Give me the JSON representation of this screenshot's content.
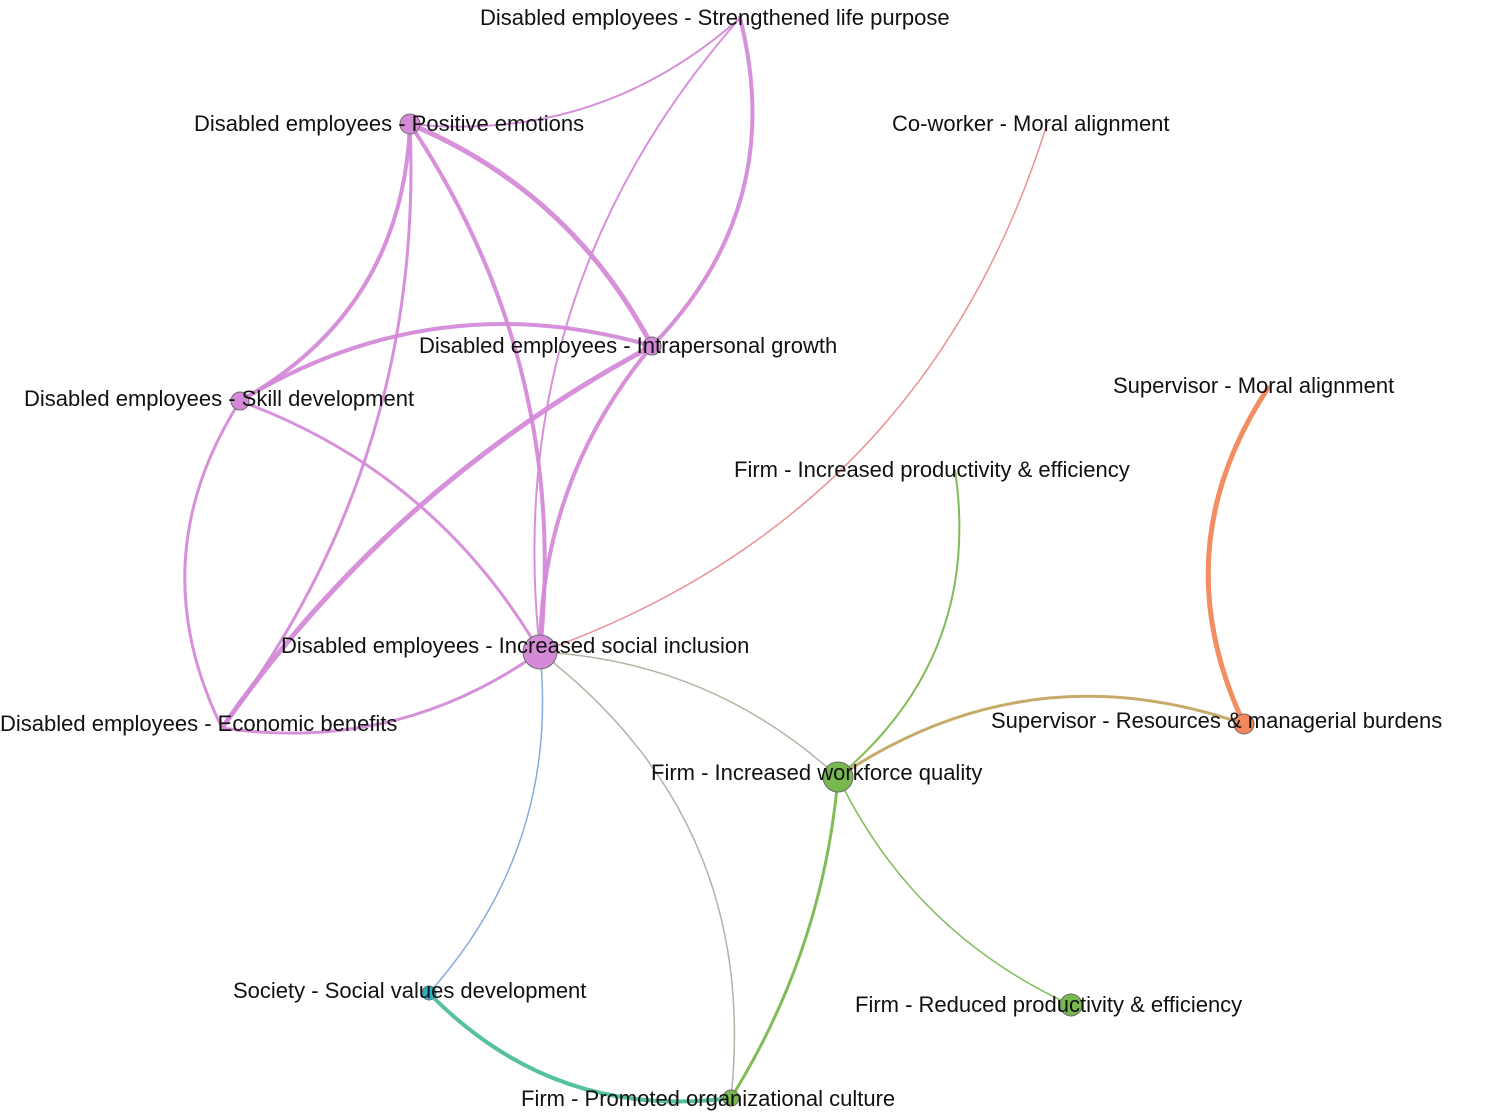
{
  "diagram": {
    "nodes": [
      {
        "id": "de-life-purpose",
        "label": "Disabled employees - Strengthened life purpose",
        "color": "#d58ad8"
      },
      {
        "id": "de-positive",
        "label": "Disabled employees - Positive emotions",
        "color": "#d58ad8"
      },
      {
        "id": "de-intrapersonal",
        "label": "Disabled employees - Intrapersonal growth",
        "color": "#d58ad8"
      },
      {
        "id": "de-skill",
        "label": "Disabled employees - Skill development",
        "color": "#d58ad8"
      },
      {
        "id": "de-inclusion",
        "label": "Disabled employees - Increased social inclusion",
        "color": "#d58ad8"
      },
      {
        "id": "de-economic",
        "label": "Disabled employees - Economic benefits",
        "color": "#d58ad8"
      },
      {
        "id": "cw-moral",
        "label": "Co-worker - Moral alignment",
        "color": "#ea8a8e"
      },
      {
        "id": "sv-moral",
        "label": "Supervisor - Moral alignment",
        "color": "#f2885b"
      },
      {
        "id": "sv-burdens",
        "label": "Supervisor - Resources & managerial burdens",
        "color": "#f2885b"
      },
      {
        "id": "firm-prod-inc",
        "label": "Firm - Increased productivity & efficiency",
        "color": "#79b84f"
      },
      {
        "id": "firm-workforce",
        "label": "Firm - Increased workforce quality",
        "color": "#79b84f"
      },
      {
        "id": "firm-prod-red",
        "label": "Firm - Reduced productivity & efficiency",
        "color": "#79b84f"
      },
      {
        "id": "society-values",
        "label": "Society - Social values development",
        "color": "#2bb0c8"
      },
      {
        "id": "firm-culture",
        "label": "Firm - Promoted organizational culture",
        "color": "#79b84f"
      }
    ],
    "edges": [
      {
        "from": "de-positive",
        "to": "de-life-purpose",
        "color": "#d58ad8",
        "weight": 2
      },
      {
        "from": "de-intrapersonal",
        "to": "de-life-purpose",
        "color": "#d58ad8",
        "weight": 4
      },
      {
        "from": "de-inclusion",
        "to": "de-life-purpose",
        "color": "#d58ad8",
        "weight": 2
      },
      {
        "from": "de-positive",
        "to": "de-intrapersonal",
        "color": "#d58ad8",
        "weight": 5
      },
      {
        "from": "de-positive",
        "to": "de-skill",
        "color": "#d58ad8",
        "weight": 4
      },
      {
        "from": "de-positive",
        "to": "de-inclusion",
        "color": "#d58ad8",
        "weight": 4
      },
      {
        "from": "de-positive",
        "to": "de-economic",
        "color": "#d58ad8",
        "weight": 3
      },
      {
        "from": "de-skill",
        "to": "de-intrapersonal",
        "color": "#d58ad8",
        "weight": 4
      },
      {
        "from": "de-skill",
        "to": "de-inclusion",
        "color": "#d58ad8",
        "weight": 3
      },
      {
        "from": "de-skill",
        "to": "de-economic",
        "color": "#d58ad8",
        "weight": 3
      },
      {
        "from": "de-intrapersonal",
        "to": "de-inclusion",
        "color": "#d58ad8",
        "weight": 4
      },
      {
        "from": "de-intrapersonal",
        "to": "de-economic",
        "color": "#d58ad8",
        "weight": 5
      },
      {
        "from": "de-inclusion",
        "to": "de-economic",
        "color": "#d58ad8",
        "weight": 3
      },
      {
        "from": "de-inclusion",
        "to": "cw-moral",
        "color": "#ea8a8e",
        "weight": 1.5
      },
      {
        "from": "de-inclusion",
        "to": "firm-workforce",
        "color": "#b5ac9e",
        "weight": 1.5
      },
      {
        "from": "de-inclusion",
        "to": "society-values",
        "color": "#7fa8dc",
        "weight": 1.5
      },
      {
        "from": "de-inclusion",
        "to": "firm-culture",
        "color": "#b5ac9e",
        "weight": 1.5
      },
      {
        "from": "sv-moral",
        "to": "sv-burdens",
        "color": "#f2885b",
        "weight": 5
      },
      {
        "from": "firm-workforce",
        "to": "sv-burdens",
        "color": "#c4a560",
        "weight": 3
      },
      {
        "from": "firm-workforce",
        "to": "firm-prod-inc",
        "color": "#79b84f",
        "weight": 2
      },
      {
        "from": "firm-workforce",
        "to": "firm-prod-red",
        "color": "#79b84f",
        "weight": 1.5
      },
      {
        "from": "firm-workforce",
        "to": "firm-culture",
        "color": "#79b84f",
        "weight": 3
      },
      {
        "from": "society-values",
        "to": "firm-culture",
        "color": "#4cbf98",
        "weight": 4
      }
    ]
  }
}
